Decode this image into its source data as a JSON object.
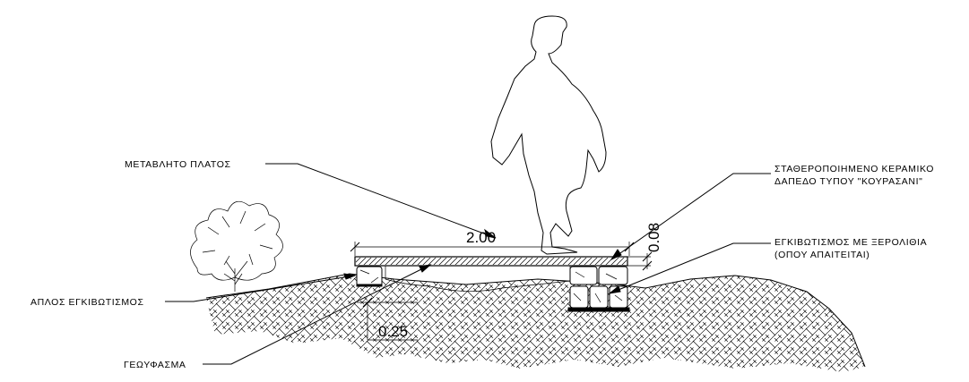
{
  "labels": {
    "variable_width": "ΜΕΤΑΒΛΗΤΟ ΠΛΑΤΟΣ",
    "ceramic_line1": "ΣΤΑΘΕΡΟΠΟΙΗΜΕΝΟ ΚΕΡΑΜΙΚΟ",
    "ceramic_line2": "ΔΑΠΕΔΟ ΤΥΠΟΥ \"ΚΟΥΡΑΣΑΝΙ\"",
    "dry_stone_line1": "ΕΓΚΙΒΩΤΙΣΜΟΣ ΜΕ ΞΕΡΟΛΙΘΙΑ",
    "dry_stone_line2": "(ΟΠΟΥ ΑΠΑΙΤΕΙΤΑΙ)",
    "simple_curb": "ΑΠΛΟΣ ΕΓΚΙΒΩΤΙΣΜΟΣ",
    "geotextile": "ΓΕΩΥΦΑΣΜΑ"
  },
  "dimensions": {
    "width": "2.00",
    "thickness": "0.08",
    "base_depth": "0.25"
  },
  "colors": {
    "ink": "#000000",
    "paper": "#ffffff"
  },
  "icons": [
    "human-silhouette-icon",
    "shrub-icon"
  ]
}
